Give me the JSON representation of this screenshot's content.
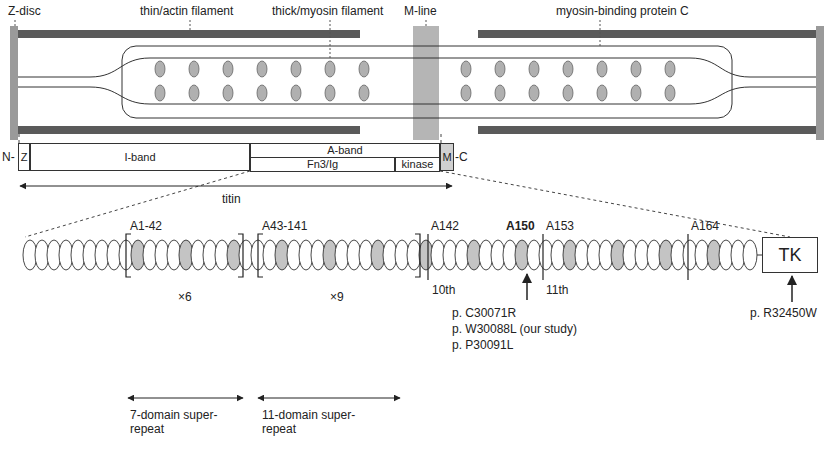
{
  "diagram": {
    "nodes": [
      {
        "text": [
          "Z"
        ]
      },
      {
        "text": [
          "I-band"
        ]
      },
      {
        "text": [
          "A-band"
        ]
      },
      {
        "text": [
          "Fn3/Ig"
        ]
      },
      {
        "text": [
          "kinase"
        ]
      },
      {
        "text": [
          "M"
        ]
      },
      {
        "text": [
          "TK"
        ]
      }
    ],
    "labels": [
      "Z-disc",
      "thin/actin filament",
      "thick/myosin filament",
      "M-line",
      "myosin-binding protein C",
      "N-",
      "-C",
      "titin",
      "A1-42",
      "A43-141",
      "A142",
      "A150",
      "A153",
      "A164",
      "×6",
      "×9",
      "10th",
      "11th",
      "p. C30071R",
      "p. W30088L (our study)",
      "p. P30091L",
      "p. R32450W",
      "7-domain super-repeat",
      "11-domain super-repeat"
    ]
  }
}
